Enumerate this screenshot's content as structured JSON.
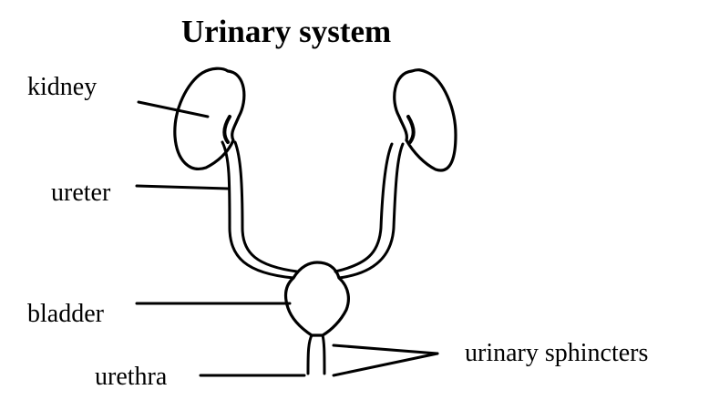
{
  "title": "Urinary system",
  "labels": {
    "kidney": "kidney",
    "ureter": "ureter",
    "bladder": "bladder",
    "urethra": "urethra",
    "sphincters": "urinary sphincters"
  },
  "colors": {
    "ink": "#000000",
    "background": "#ffffff"
  }
}
